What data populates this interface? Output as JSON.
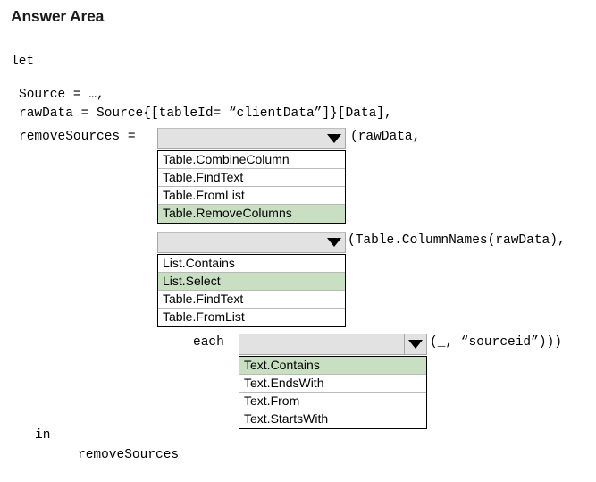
{
  "page": {
    "title": "Answer Area"
  },
  "code": {
    "let": "let",
    "source": "Source = …,",
    "raw_data": "rawData = Source{[tableId= “clientData”]}[Data],",
    "remove_sources": "removeSources =",
    "after_dropdown_1": "(rawData,",
    "after_dropdown_2": "(Table.ColumnNames(rawData),",
    "each": "each",
    "after_dropdown_3": "(_, “sourceid”)))",
    "in": "in",
    "result": "removeSources"
  },
  "dropdowns": [
    {
      "name": "function-dropdown-1",
      "selected_value": "",
      "options": [
        {
          "label": "Table.CombineColumn",
          "selected": false
        },
        {
          "label": "Table.FindText",
          "selected": false
        },
        {
          "label": "Table.FromList",
          "selected": false
        },
        {
          "label": "Table.RemoveColumns",
          "selected": true
        }
      ]
    },
    {
      "name": "function-dropdown-2",
      "selected_value": "",
      "options": [
        {
          "label": "List.Contains",
          "selected": false
        },
        {
          "label": "List.Select",
          "selected": true
        },
        {
          "label": "Table.FindText",
          "selected": false
        },
        {
          "label": "Table.FromList",
          "selected": false
        }
      ]
    },
    {
      "name": "function-dropdown-3",
      "selected_value": "",
      "options": [
        {
          "label": "Text.Contains",
          "selected": true
        },
        {
          "label": "Text.EndsWith",
          "selected": false
        },
        {
          "label": "Text.From",
          "selected": false
        },
        {
          "label": "Text.StartsWith",
          "selected": false
        }
      ]
    }
  ],
  "colors": {
    "selected_option_background": "#c8dfc2",
    "combo_background": "#e2e2e2",
    "border": "#a6a6a6",
    "text": "#000000"
  },
  "icons": {
    "caret": "chevron-down-icon"
  }
}
